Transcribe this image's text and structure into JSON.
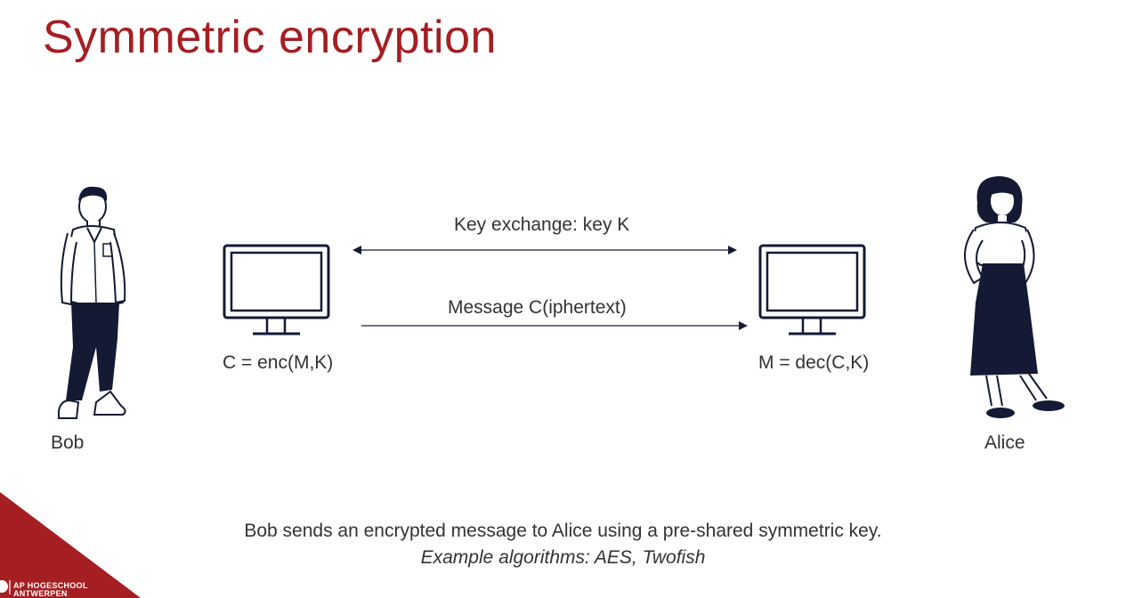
{
  "slide": {
    "title": "Symmetric encryption",
    "people": {
      "sender": "Bob",
      "receiver": "Alice"
    },
    "formulas": {
      "encrypt": "C = enc(M,K)",
      "decrypt": "M = dec(C,K)"
    },
    "arrows": {
      "key_exchange": "Key exchange: key K",
      "message": "Message C(iphertext)"
    },
    "caption": {
      "line1": "Bob sends an encrypted message to Alice using a pre-shared symmetric key.",
      "line2": "Example algorithms: AES, Twofish"
    },
    "logo": {
      "line1": "AP HOGESCHOOL",
      "line2": "ANTWERPEN"
    },
    "colors": {
      "accent": "#a51e22",
      "figure": "#141a33",
      "text": "#333333"
    }
  }
}
